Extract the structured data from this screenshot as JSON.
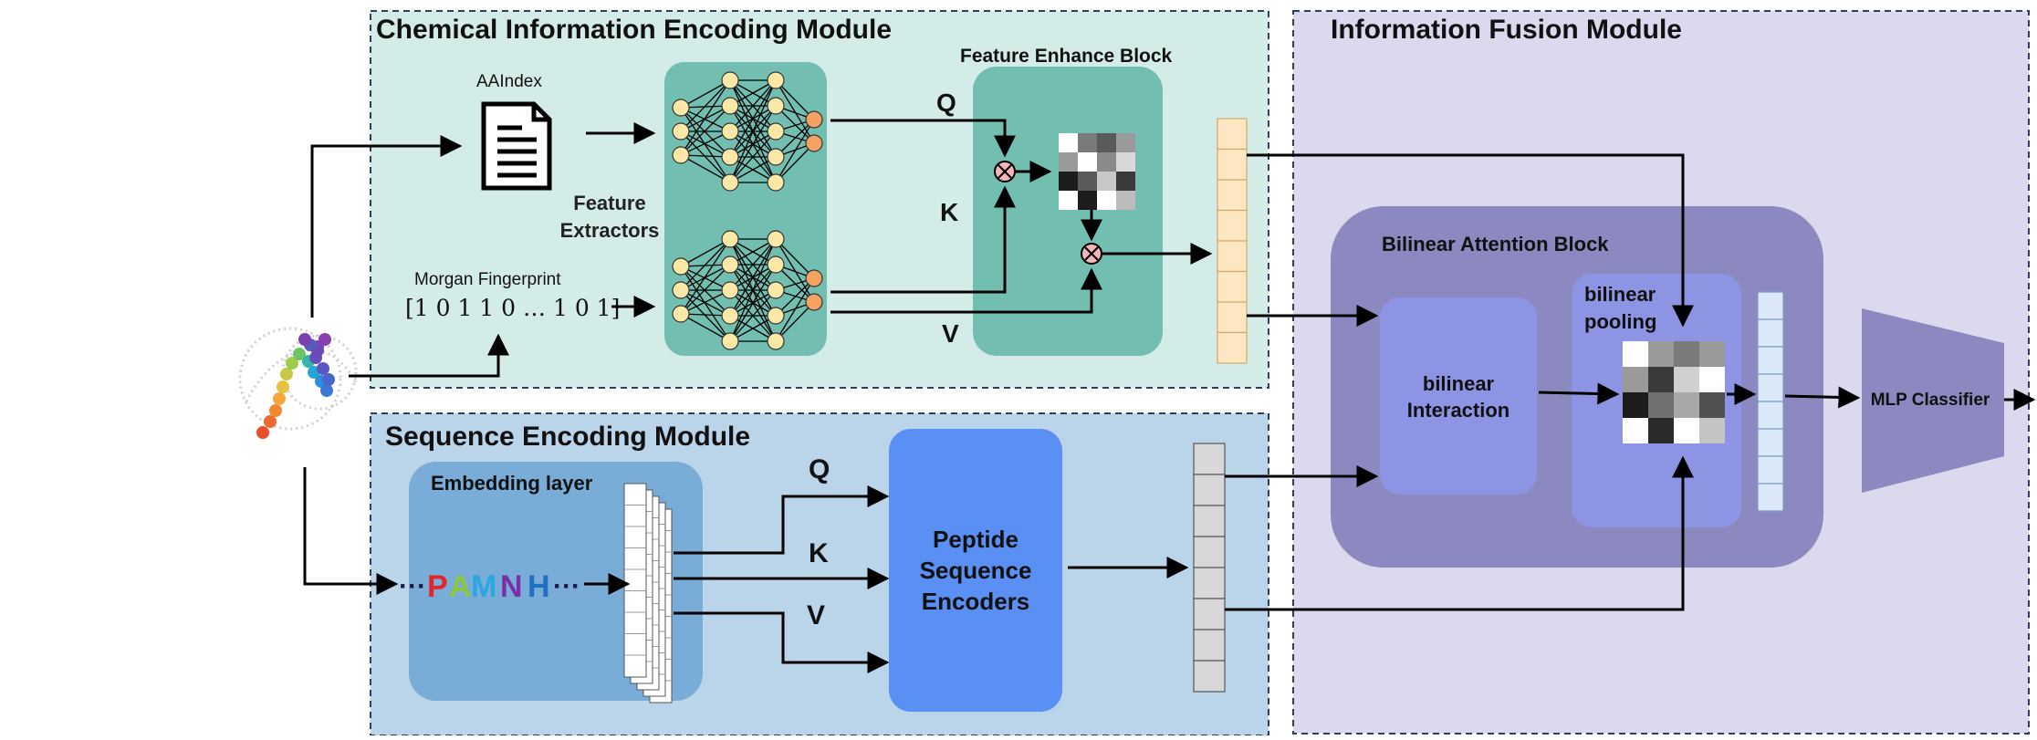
{
  "modules": {
    "chemical": {
      "title": "Chemical Information Encoding Module"
    },
    "sequence": {
      "title": "Sequence Encoding Module"
    },
    "fusion": {
      "title": "Information Fusion Module"
    }
  },
  "chemical": {
    "aaindex_label": "AAIndex",
    "morgan_label": "Morgan Fingerprint",
    "morgan_vector": "[1 0 1 1 0 … 1 0 1]",
    "feature_extractors": [
      "Feature",
      "Extractors"
    ],
    "enhance_title": "Feature Enhance Block",
    "q": "Q",
    "k": "K",
    "v": "V"
  },
  "sequence": {
    "embedding_label": "Embedding layer",
    "peptide_letters": [
      "P",
      "A",
      "M",
      "N",
      "H"
    ],
    "dots": "···",
    "q": "Q",
    "k": "K",
    "v": "V",
    "encoder_lines": [
      "Peptide",
      "Sequence",
      "Encoders"
    ]
  },
  "fusion": {
    "bilinear_block": "Bilinear Attention Block",
    "interaction_lines": [
      "bilinear",
      "Interaction"
    ],
    "pooling_lines": [
      "bilinear",
      "pooling"
    ],
    "classifier": "MLP Classifier"
  },
  "colors": {
    "peptide": [
      "#e3262b",
      "#8ac83f",
      "#2aa6e0",
      "#7b2fa8",
      "#1f6fc2"
    ]
  }
}
